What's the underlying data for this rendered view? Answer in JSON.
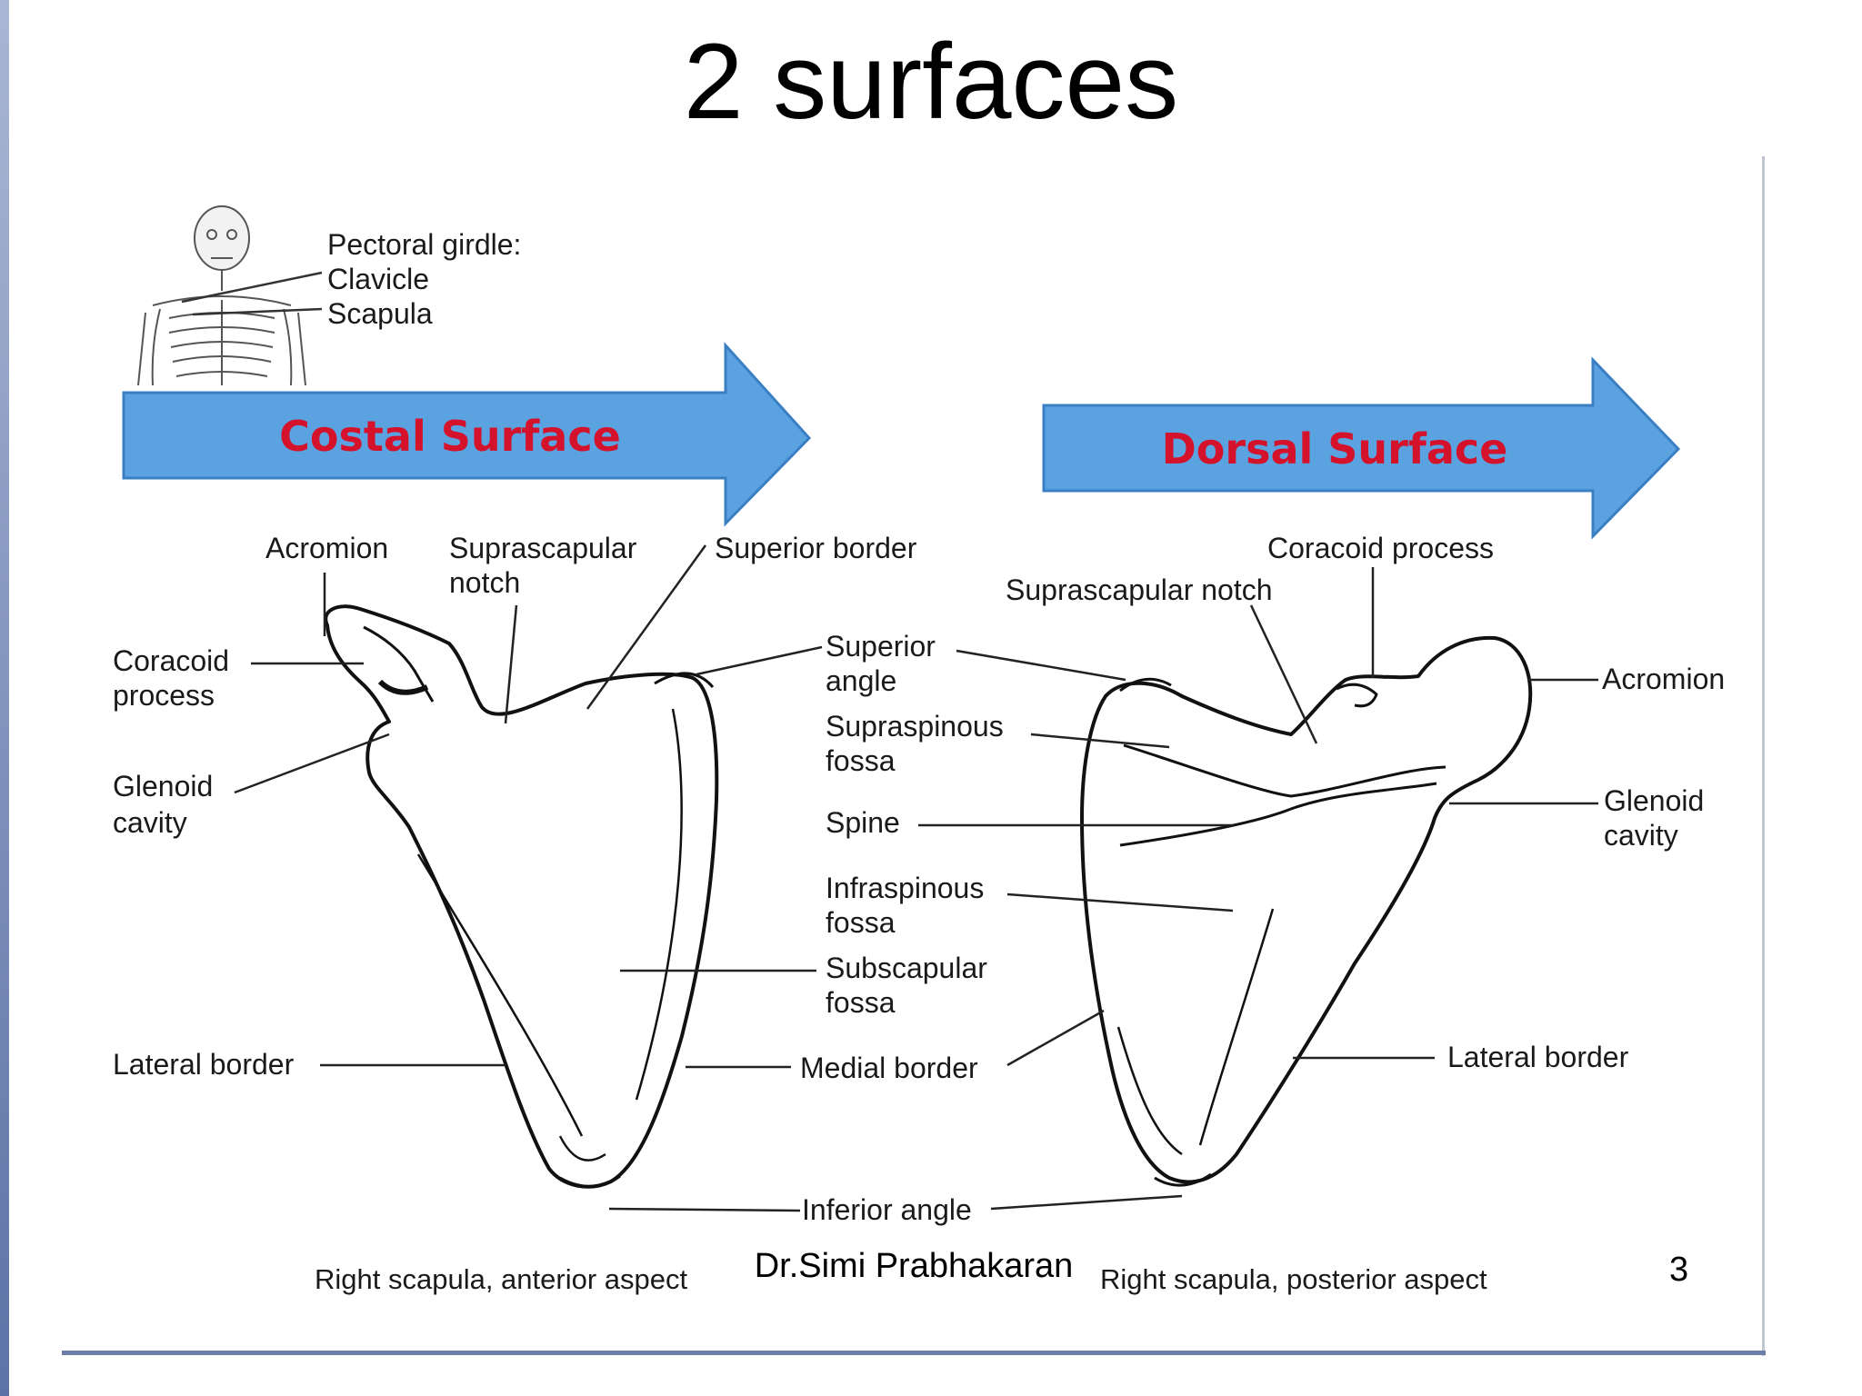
{
  "title": "2 surfaces",
  "arrows": {
    "costal": "Costal  Surface",
    "dorsal": "Dorsal  Surface"
  },
  "inset": {
    "heading": "Pectoral girdle:",
    "clavicle": "Clavicle",
    "scapula": "Scapula"
  },
  "labels": {
    "acromion_left": "Acromion",
    "suprascapular_notch_left_1": "Suprascapular",
    "suprascapular_notch_left_2": "notch",
    "superior_border": "Superior border",
    "coracoid_left_1": "Coracoid",
    "coracoid_left_2": "process",
    "glenoid_left_1": "Glenoid",
    "glenoid_left_2": "cavity",
    "lateral_border_left": "Lateral border",
    "superior_angle_1": "Superior",
    "superior_angle_2": "angle",
    "supraspinous_1": "Supraspinous",
    "supraspinous_2": "fossa",
    "spine": "Spine",
    "infraspinous_1": "Infraspinous",
    "infraspinous_2": "fossa",
    "subscapular_1": "Subscapular",
    "subscapular_2": "fossa",
    "medial_border": "Medial border",
    "inferior_angle": "Inferior angle",
    "coracoid_right": "Coracoid process",
    "suprascapular_notch_right": "Suprascapular notch",
    "acromion_right": "Acromion",
    "glenoid_right_1": "Glenoid",
    "glenoid_right_2": "cavity",
    "lateral_border_right": "Lateral border"
  },
  "captions": {
    "anterior": "Right scapula, anterior aspect",
    "posterior": "Right scapula, posterior aspect"
  },
  "author": "Dr.Simi Prabhakaran",
  "page_number": "3",
  "colors": {
    "arrow_fill": "#5aa2e0",
    "arrow_stroke": "#3a7fc4",
    "arrow_text": "#d4122b"
  }
}
